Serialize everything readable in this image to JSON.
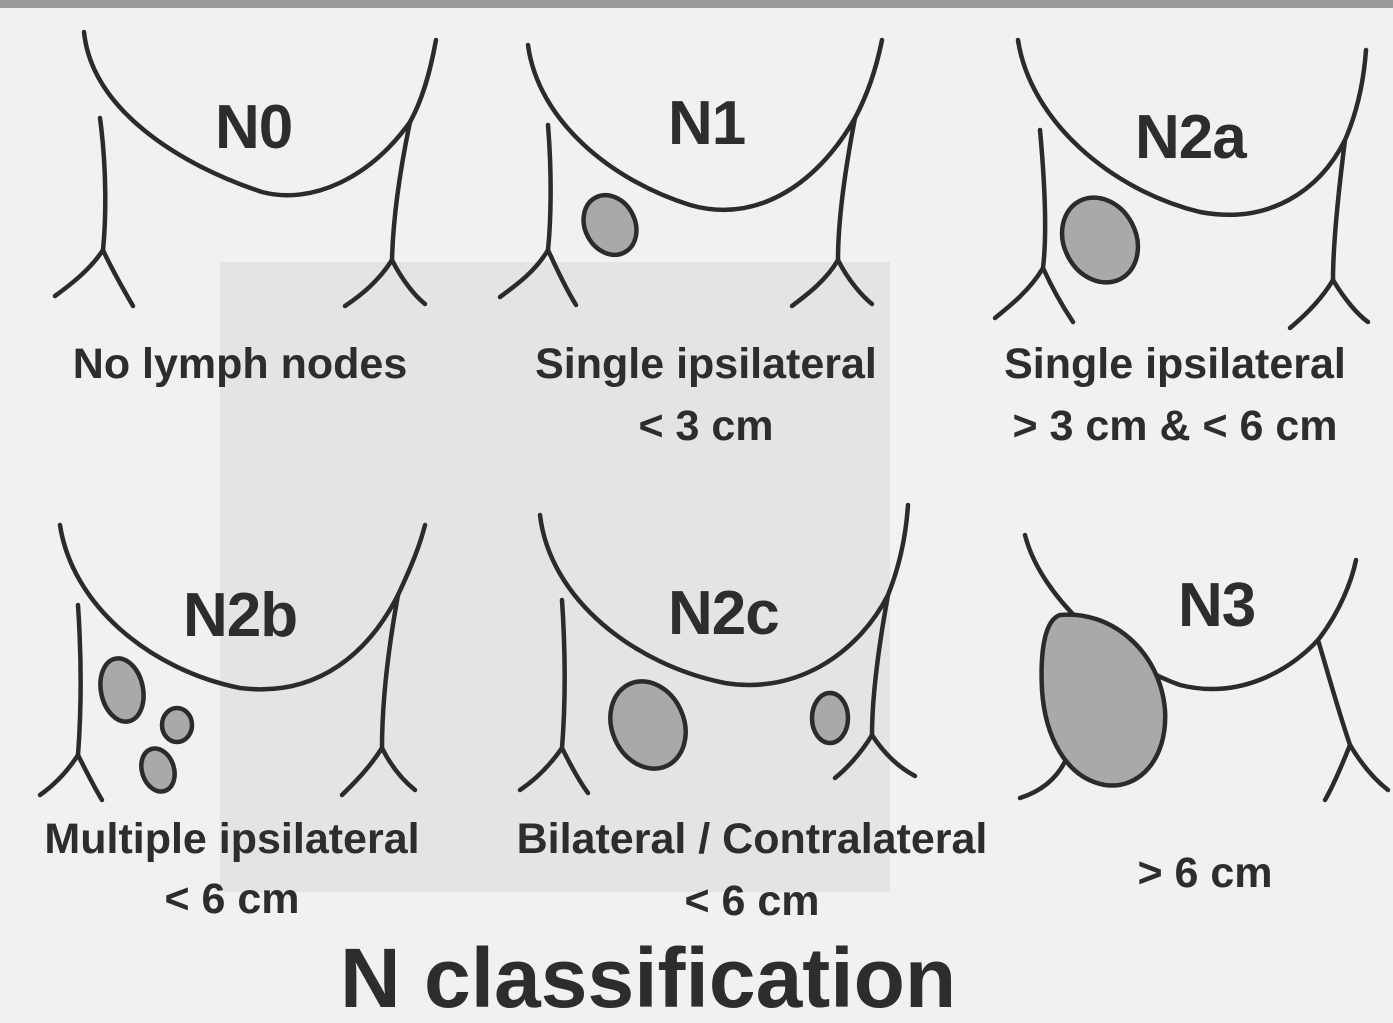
{
  "panels": [
    {
      "id": "N0",
      "stage": "N0",
      "desc1": "No  lymph  nodes",
      "desc2": ""
    },
    {
      "id": "N1",
      "stage": "N1",
      "desc1": "Single  ipsilateral",
      "desc2": "< 3 cm"
    },
    {
      "id": "N2a",
      "stage": "N2a",
      "desc1": "Single  ipsilateral",
      "desc2": "> 3 cm  &  < 6 cm"
    },
    {
      "id": "N2b",
      "stage": "N2b",
      "desc1": "Multiple  ipsilateral",
      "desc2": "<  6 cm"
    },
    {
      "id": "N2c",
      "stage": "N2c",
      "desc1": "Bilateral / Contralateral",
      "desc2": "< 6 cm"
    },
    {
      "id": "N3",
      "stage": "N3",
      "desc1": "",
      "desc2": "> 6 cm"
    }
  ],
  "title": "N  classification",
  "colors": {
    "background": "#f1f1f1",
    "ink": "#2b2b2b",
    "node_fill": "#a9a9a9",
    "shadow": "#dcdcdc"
  }
}
